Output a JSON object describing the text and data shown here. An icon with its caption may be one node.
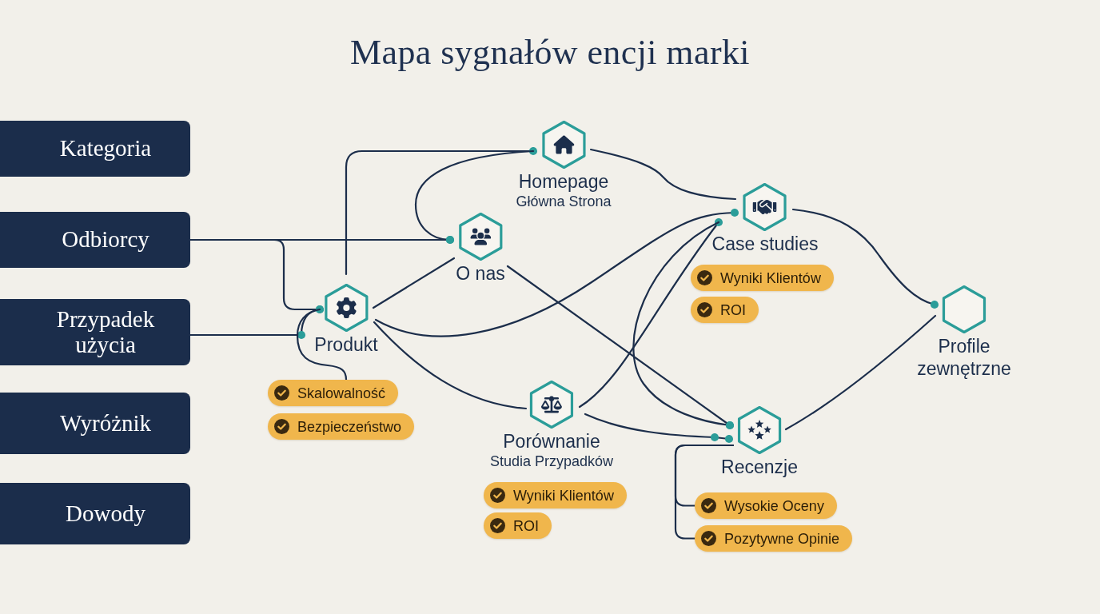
{
  "diagram": {
    "title": "Mapa sygnałów encji marki",
    "nodes": [
      {
        "text": [
          "Kategoria"
        ]
      },
      {
        "text": [
          "Odbiorcy"
        ]
      },
      {
        "text": [
          "Przypadek użycia"
        ]
      },
      {
        "text": [
          "Wyróżnik"
        ]
      },
      {
        "text": [
          "Dowody"
        ]
      },
      {
        "text": [
          "Homepage",
          "Główna Strona"
        ]
      },
      {
        "text": [
          "O nas"
        ]
      },
      {
        "text": [
          "Produkt"
        ]
      },
      {
        "text": [
          "Case studies"
        ]
      },
      {
        "text": [
          "Profile zewnętrzne"
        ]
      },
      {
        "text": [
          "Porównanie",
          "Studia Przypadków"
        ]
      },
      {
        "text": [
          "Recenzje"
        ]
      },
      {
        "text": [
          "Skalowalność"
        ]
      },
      {
        "text": [
          "Bezpieczeństwo"
        ]
      },
      {
        "text": [
          "Wyniki Klientów"
        ]
      },
      {
        "text": [
          "ROI"
        ]
      },
      {
        "text": [
          "Wyniki Klientów"
        ]
      },
      {
        "text": [
          "ROI"
        ]
      },
      {
        "text": [
          "Wysokie Oceny"
        ]
      },
      {
        "text": [
          "Pozytywne Opinie"
        ]
      }
    ],
    "edges": [
      {
        "from": 7,
        "to": 5,
        "arrow": "other"
      },
      {
        "from": 5,
        "to": 6,
        "arrow": "other"
      },
      {
        "from": 1,
        "to": 6,
        "arrow": "other"
      },
      {
        "from": 1,
        "to": 7,
        "arrow": "other"
      },
      {
        "from": 2,
        "to": 7,
        "arrow": "other"
      },
      {
        "from": 7,
        "to": 12,
        "arrow": "none"
      },
      {
        "from": 7,
        "to": 6,
        "arrow": "none"
      },
      {
        "from": 7,
        "to": 8,
        "arrow": "other"
      },
      {
        "from": 7,
        "to": 10,
        "arrow": "none"
      },
      {
        "from": 5,
        "to": 8,
        "arrow": "none"
      },
      {
        "from": 10,
        "to": 8,
        "arrow": "other"
      },
      {
        "from": 8,
        "to": 11,
        "arrow": "other"
      },
      {
        "from": 6,
        "to": 11,
        "arrow": "other"
      },
      {
        "from": 10,
        "to": 11,
        "arrow": "other"
      },
      {
        "from": 8,
        "to": 9,
        "arrow": "other"
      },
      {
        "from": 11,
        "to": 9,
        "arrow": "none"
      },
      {
        "from": 11,
        "to": 18,
        "arrow": "none"
      },
      {
        "from": 11,
        "to": 19,
        "arrow": "none"
      }
    ]
  }
}
